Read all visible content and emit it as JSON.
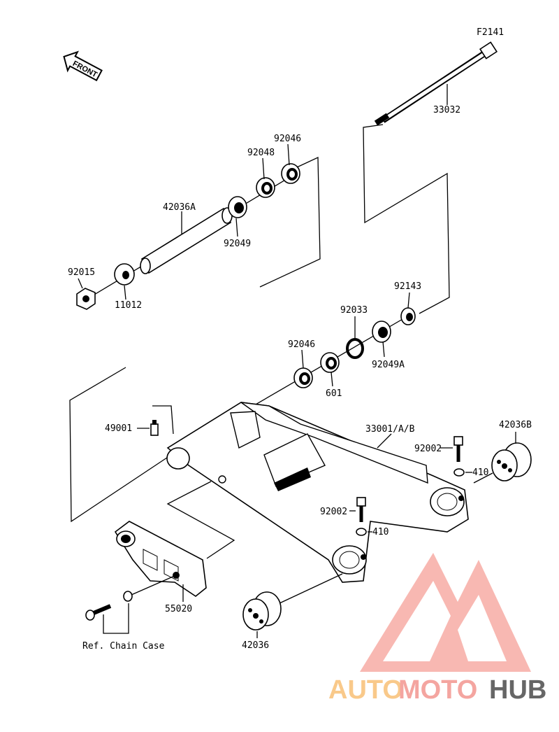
{
  "figure_code": "F2141",
  "front_label": "FRONT",
  "parts": {
    "p33032": "33032",
    "p92046_top": "92046",
    "p92048": "92048",
    "p42036A": "42036A",
    "p92049": "92049",
    "p92015": "92015",
    "p11012": "11012",
    "p92143": "92143",
    "p92033": "92033",
    "p92046_mid": "92046",
    "p92049A": "92049A",
    "p601": "601",
    "p49001": "49001",
    "p33001": "33001/A/B",
    "p92002_right": "92002",
    "p410_right": "410",
    "p42036B": "42036B",
    "p92002_center": "92002",
    "p410_center": "410",
    "p55020": "55020",
    "p42036": "42036",
    "ref_chain_case": "Ref. Chain Case"
  },
  "watermark": {
    "part1": "AUTO",
    "part2": "MOTO",
    "part3": "HUB",
    "color_primary": "#f4a5a0",
    "color_secondary": "#f9c98a",
    "color_dark": "#666666"
  }
}
